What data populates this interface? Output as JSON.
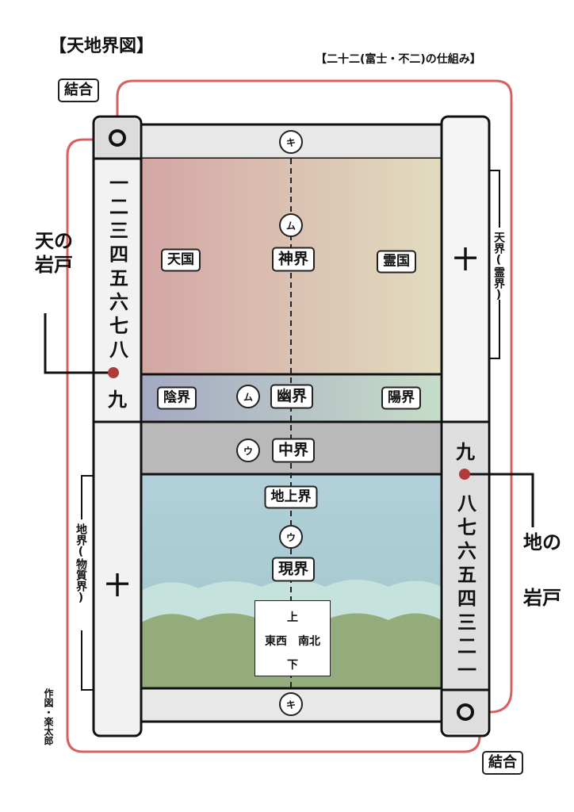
{
  "title": "【天地界図】",
  "subtitle": "【二十二(富士・不二)の仕組み】",
  "join_top": "結合",
  "join_bottom": "結合",
  "left_column": {
    "numbers": "一二三四五六七八",
    "nine": "九",
    "plus": "十"
  },
  "right_column": {
    "nine": "九",
    "numbers": "八七六五四三二一",
    "plus": "十"
  },
  "gate_heaven": {
    "line1": "天の",
    "line2": "岩戸"
  },
  "gate_earth": {
    "line1": "地の",
    "line2": "岩戸"
  },
  "bracket_heaven": "天界(霊界)",
  "bracket_earth": "地界(物質界)",
  "credit": "作図・楽太郎",
  "markers": {
    "ki_top": "キ",
    "ki_bottom": "キ",
    "mu1": "ム",
    "mu2": "ム",
    "u1": "ウ",
    "u2": "ウ"
  },
  "realms": {
    "tengoku": "天国",
    "shinkai": "神界",
    "reigoku": "霊国",
    "inkai": "陰界",
    "yukai": "幽界",
    "yokai": "陽界",
    "chukai": "中界",
    "chijokai": "地上界",
    "genkai": "現界"
  },
  "directions": {
    "up": "上",
    "middle": "東西　南北",
    "down": "下"
  },
  "colors": {
    "frame_line": "#d86060",
    "dot": "#b03a3a"
  }
}
